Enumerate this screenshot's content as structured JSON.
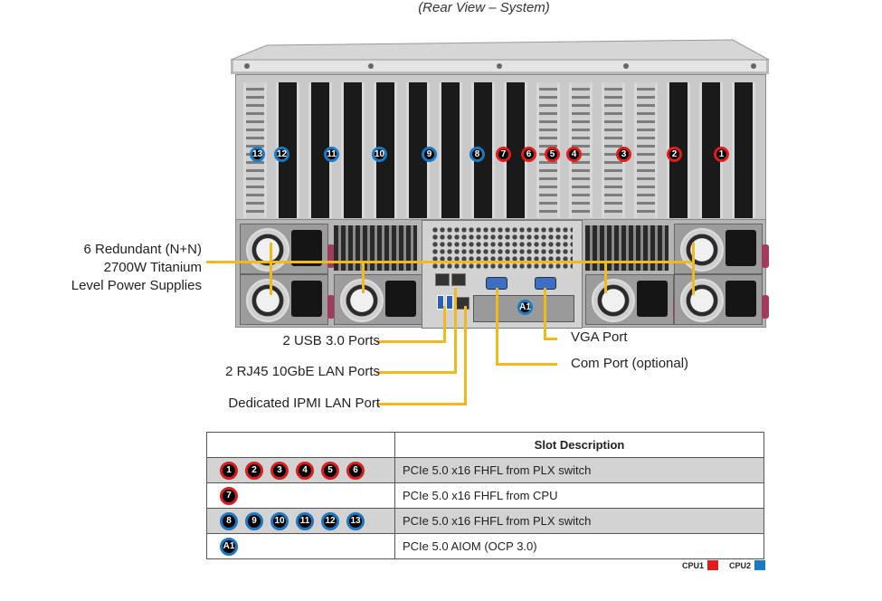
{
  "caption": "(Rear View – System)",
  "colors": {
    "cpu1": "#e21b1b",
    "cpu2": "#1b78c2",
    "leader": "#f0b91c"
  },
  "slot_badges": [
    {
      "label": "13",
      "cpu": "cpu2"
    },
    {
      "label": "12",
      "cpu": "cpu2"
    },
    {
      "label": "11",
      "cpu": "cpu2"
    },
    {
      "label": "10",
      "cpu": "cpu2"
    },
    {
      "label": "9",
      "cpu": "cpu2"
    },
    {
      "label": "8",
      "cpu": "cpu2"
    },
    {
      "label": "7",
      "cpu": "cpu1"
    },
    {
      "label": "6",
      "cpu": "cpu1"
    },
    {
      "label": "5",
      "cpu": "cpu1"
    },
    {
      "label": "4",
      "cpu": "cpu1"
    },
    {
      "label": "3",
      "cpu": "cpu1"
    },
    {
      "label": "2",
      "cpu": "cpu1"
    },
    {
      "label": "1",
      "cpu": "cpu1"
    }
  ],
  "aiom_badge": {
    "label": "A1",
    "cpu": "cpu2"
  },
  "callouts": {
    "psu": [
      "6 Redundant (N+N)",
      "2700W Titanium",
      "Level Power Supplies"
    ],
    "usb": "2 USB 3.0 Ports",
    "lan": "2 RJ45 10GbE LAN Ports",
    "ipmi": "Dedicated IPMI LAN Port",
    "vga": "VGA Port",
    "com": "Com Port (optional)"
  },
  "table": {
    "header": "Slot Description",
    "rows": [
      {
        "badges": [
          "1",
          "2",
          "3",
          "4",
          "5",
          "6"
        ],
        "cpu": "cpu1",
        "description": "PCIe 5.0 x16 FHFL from PLX switch"
      },
      {
        "badges": [
          "7"
        ],
        "cpu": "cpu1",
        "description": "PCIe 5.0 x16 FHFL from CPU"
      },
      {
        "badges": [
          "8",
          "9",
          "10",
          "11",
          "12",
          "13"
        ],
        "cpu": "cpu2",
        "description": "PCIe 5.0 x16 FHFL from PLX switch"
      },
      {
        "badges": [
          "A1"
        ],
        "cpu": "cpu2",
        "description": "PCIe 5.0 AIOM (OCP 3.0)"
      }
    ]
  },
  "legend": [
    {
      "label": "CPU1",
      "color": "#e21b1b"
    },
    {
      "label": "CPU2",
      "color": "#1b78c2"
    }
  ]
}
